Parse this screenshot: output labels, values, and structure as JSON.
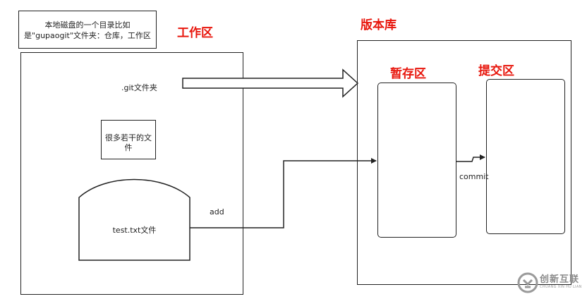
{
  "note": {
    "line1": "本地磁盘的一个目录比如",
    "line2": "是\"gupaogit\"文件夹：仓库，工作区"
  },
  "workspace": {
    "title": "工作区",
    "git_folder": ".git文件夹",
    "many_files_line1": "很多若干的文",
    "many_files_line2": "件",
    "file": "test.txt文件"
  },
  "repository": {
    "title": "版本库",
    "staging": "暂存区",
    "commit_area": "提交区"
  },
  "arrows": {
    "add": "add",
    "commit": "commit"
  },
  "watermark": {
    "brand": "创新互联",
    "sub": "CHUANG XIN HU LIAN"
  },
  "colors": {
    "title_red": "#e8160c",
    "stroke": "#222222"
  }
}
